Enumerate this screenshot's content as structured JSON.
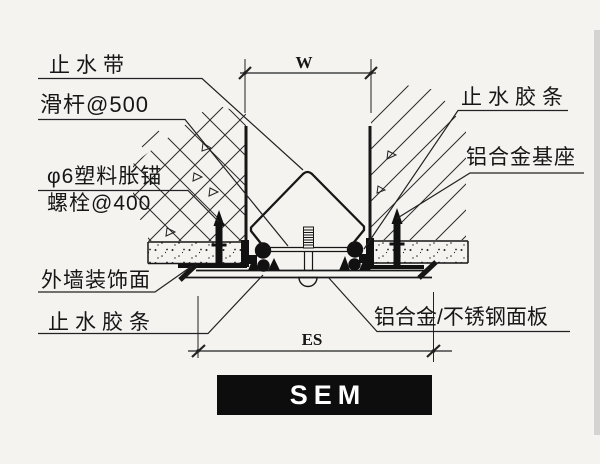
{
  "drawing": {
    "type": "construction-detail",
    "title_block": {
      "text": "SEM"
    },
    "labels": {
      "waterstop_band": "止水带",
      "slide_rod": "滑杆@500",
      "anchor_line1": "φ6塑料胀锚",
      "anchor_line2": "螺栓@400",
      "exterior_wall_finish": "外墙装饰面",
      "seal_strip_bottom_left": "止水胶条",
      "seal_strip_top_right": "止水胶条",
      "aluminum_base": "铝合金基座",
      "cover_panel": "铝合金/不锈钢面板"
    },
    "dimensions": {
      "joint_width": "W",
      "panel_width": "ES"
    },
    "colors": {
      "paper": "#f4f3f0",
      "ink": "#1c1c1c",
      "title_bg": "#0d0d0d",
      "title_text": "#ffffff"
    }
  }
}
